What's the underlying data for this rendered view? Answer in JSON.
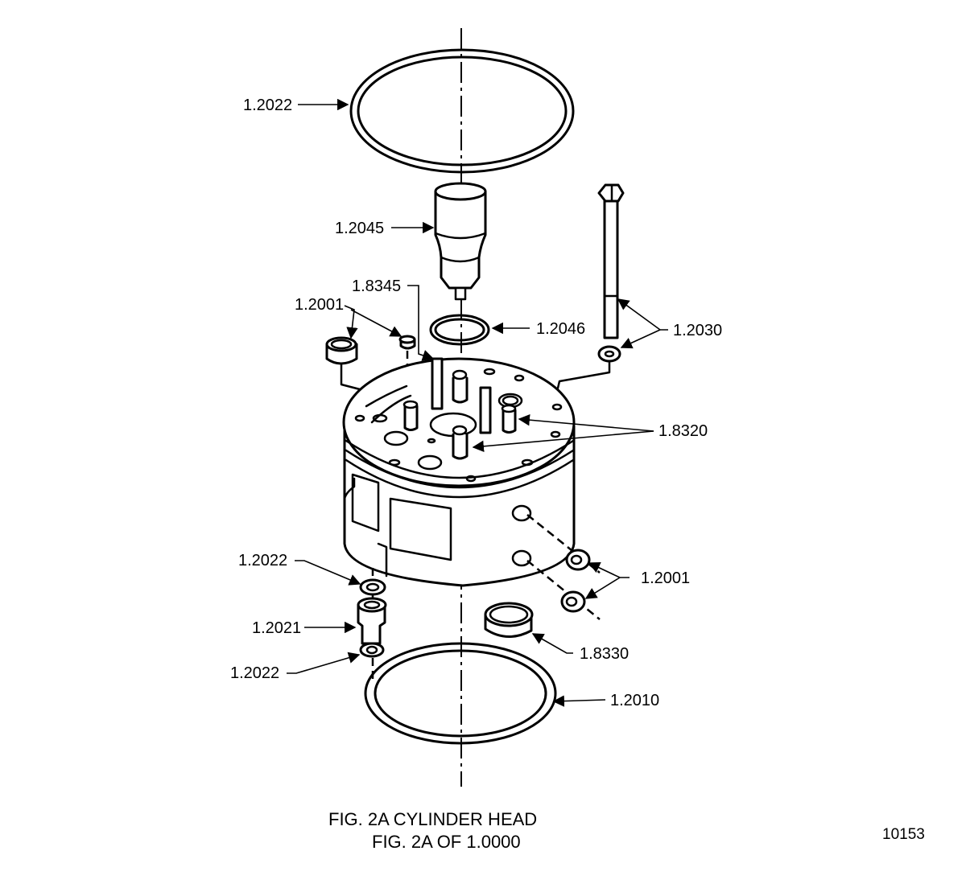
{
  "callouts": {
    "top_oring": "1.2022",
    "injector": "1.2045",
    "injector_seal": "1.2046",
    "stud_pin": "1.8345",
    "plug_top": "1.2001",
    "bolt_washer": "1.2030",
    "dowel_pins": "1.8320",
    "side_plugs": "1.2001",
    "ring_sleeve": "1.8330",
    "washer_upper": "1.2022",
    "fitting": "1.2021",
    "washer_lower": "1.2022",
    "bottom_ring": "1.2010"
  },
  "caption": {
    "line1": "FIG. 2A  CYLINDER HEAD",
    "line2": "FIG. 2A OF 1.0000"
  },
  "drawing_number": "10153"
}
